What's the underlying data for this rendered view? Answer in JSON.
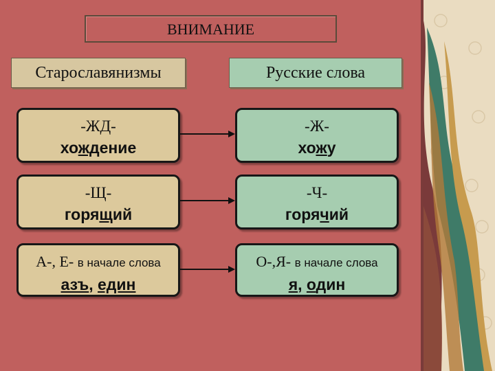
{
  "title": "ВНИМАНИЕ",
  "headers": {
    "left": "Старославянизмы",
    "right": "Русские слова"
  },
  "rows": [
    {
      "left": {
        "line1": "-ЖД-",
        "word": {
          "pre": "хо",
          "mark": "жд",
          "post": "ение"
        }
      },
      "right": {
        "line1": "-Ж-",
        "word": {
          "pre": "хо",
          "mark": "ж",
          "post": "у"
        }
      }
    },
    {
      "left": {
        "line1": "-Щ-",
        "word": {
          "pre": "горя",
          "mark": "щ",
          "post": "ий"
        }
      },
      "right": {
        "line1": "-Ч-",
        "word": {
          "pre": "горя",
          "mark": "ч",
          "post": "ий"
        }
      }
    },
    {
      "left": {
        "line1_main": "А-, Е-",
        "line1_small": "в начале слова",
        "w1": "азъ",
        "sep": ", ",
        "w2": "един"
      },
      "right": {
        "line1_main": "О-,Я-",
        "line1_small": "в начале слова",
        "w1": "я",
        "sep": ", ",
        "w2_mark": "о",
        "w2_rest": "дин"
      }
    }
  ],
  "colors": {
    "background": "#c0605e",
    "left_card": "#dcc99c",
    "right_card": "#a6cdb0",
    "title_border": "#5a4a3a"
  }
}
